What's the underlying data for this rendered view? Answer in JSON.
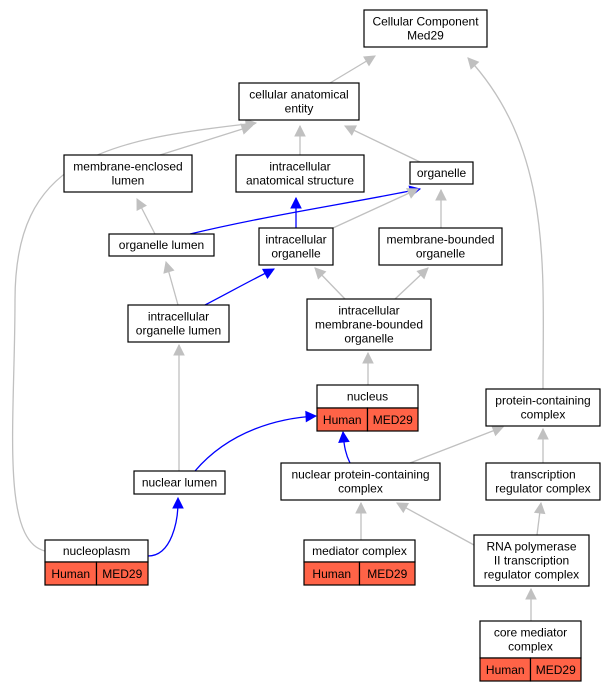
{
  "colors": {
    "edge_default": "#c0c0c0",
    "edge_highlight": "#0000ff",
    "annotation_fill": "#ff6347",
    "node_fill": "#ffffff",
    "node_border": "#000000"
  },
  "nodes": [
    {
      "id": "cc",
      "lines": [
        "Cellular Component",
        "Med29"
      ]
    },
    {
      "id": "cae",
      "lines": [
        "cellular anatomical",
        "entity"
      ]
    },
    {
      "id": "mel",
      "lines": [
        "membrane-enclosed",
        "lumen"
      ]
    },
    {
      "id": "ias",
      "lines": [
        "intracellular",
        "anatomical structure"
      ]
    },
    {
      "id": "org",
      "lines": [
        "organelle"
      ]
    },
    {
      "id": "ol",
      "lines": [
        "organelle lumen"
      ]
    },
    {
      "id": "io",
      "lines": [
        "intracellular",
        "organelle"
      ]
    },
    {
      "id": "mbo",
      "lines": [
        "membrane-bounded",
        "organelle"
      ]
    },
    {
      "id": "iol",
      "lines": [
        "intracellular",
        "organelle lumen"
      ]
    },
    {
      "id": "imbo",
      "lines": [
        "intracellular",
        "membrane-bounded",
        "organelle"
      ]
    },
    {
      "id": "nuc",
      "lines": [
        "nucleus"
      ],
      "annotation": [
        "Human",
        "MED29"
      ]
    },
    {
      "id": "pcc",
      "lines": [
        "protein-containing",
        "complex"
      ]
    },
    {
      "id": "nl",
      "lines": [
        "nuclear lumen"
      ]
    },
    {
      "id": "npcc",
      "lines": [
        "nuclear protein-containing",
        "complex"
      ]
    },
    {
      "id": "trc",
      "lines": [
        "transcription",
        "regulator complex"
      ]
    },
    {
      "id": "np",
      "lines": [
        "nucleoplasm"
      ],
      "annotation": [
        "Human",
        "MED29"
      ]
    },
    {
      "id": "mc",
      "lines": [
        "mediator complex"
      ],
      "annotation": [
        "Human",
        "MED29"
      ]
    },
    {
      "id": "rnap",
      "lines": [
        "RNA polymerase",
        "II transcription",
        "regulator complex"
      ]
    },
    {
      "id": "cmc",
      "lines": [
        "core mediator",
        "complex"
      ],
      "annotation": [
        "Human",
        "MED29"
      ]
    }
  ],
  "edges": [
    {
      "from": "cae",
      "to": "cc",
      "highlight": false
    },
    {
      "from": "pcc",
      "to": "cc",
      "highlight": false
    },
    {
      "from": "mel",
      "to": "cae",
      "highlight": false
    },
    {
      "from": "ias",
      "to": "cae",
      "highlight": false
    },
    {
      "from": "org",
      "to": "cae",
      "highlight": false
    },
    {
      "from": "np",
      "to": "cae",
      "highlight": false
    },
    {
      "from": "ol",
      "to": "mel",
      "highlight": false
    },
    {
      "from": "ol",
      "to": "org",
      "highlight": true
    },
    {
      "from": "io",
      "to": "ias",
      "highlight": true
    },
    {
      "from": "io",
      "to": "org",
      "highlight": false
    },
    {
      "from": "mbo",
      "to": "org",
      "highlight": false
    },
    {
      "from": "iol",
      "to": "ol",
      "highlight": false
    },
    {
      "from": "iol",
      "to": "io",
      "highlight": true
    },
    {
      "from": "imbo",
      "to": "io",
      "highlight": false
    },
    {
      "from": "imbo",
      "to": "mbo",
      "highlight": false
    },
    {
      "from": "nuc",
      "to": "imbo",
      "highlight": false
    },
    {
      "from": "nl",
      "to": "iol",
      "highlight": false
    },
    {
      "from": "nl",
      "to": "nuc",
      "highlight": true
    },
    {
      "from": "npcc",
      "to": "nuc",
      "highlight": true
    },
    {
      "from": "npcc",
      "to": "pcc",
      "highlight": false
    },
    {
      "from": "trc",
      "to": "pcc",
      "highlight": false
    },
    {
      "from": "np",
      "to": "nl",
      "highlight": true
    },
    {
      "from": "mc",
      "to": "npcc",
      "highlight": false
    },
    {
      "from": "rnap",
      "to": "npcc",
      "highlight": false
    },
    {
      "from": "rnap",
      "to": "trc",
      "highlight": false
    },
    {
      "from": "cmc",
      "to": "rnap",
      "highlight": false
    }
  ]
}
